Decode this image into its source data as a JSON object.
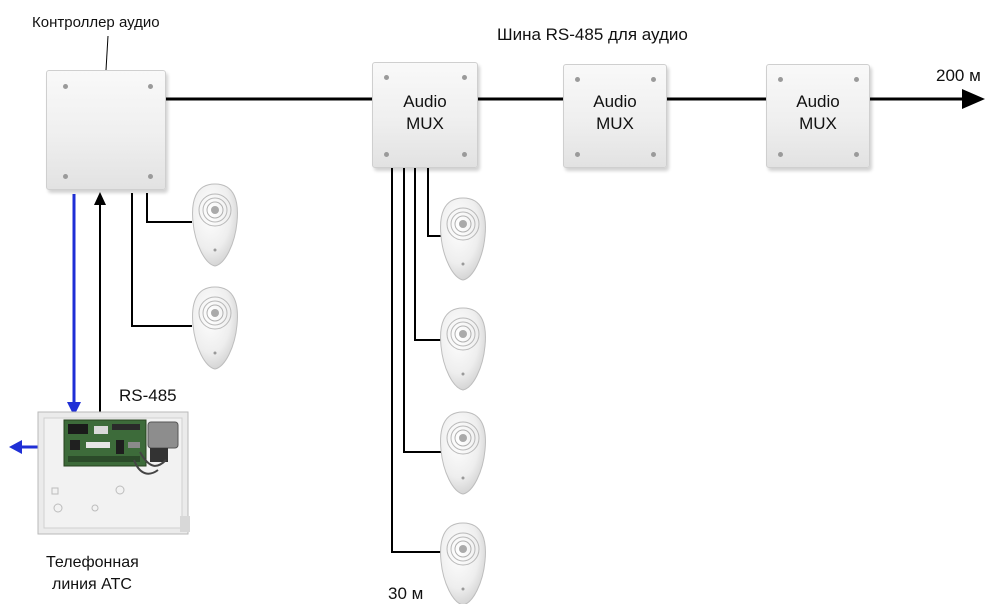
{
  "labels": {
    "controller": "Контроллер аудио",
    "bus": "Шина RS-485 для аудио",
    "distance_bus": "200 м",
    "rs485": "RS-485",
    "phone_line": [
      "Телефонная",
      "линия АТС"
    ],
    "distance_mic": "30 м"
  },
  "mux_units": [
    {
      "line1": "Audio",
      "line2": "MUX"
    },
    {
      "line1": "Audio",
      "line2": "MUX"
    },
    {
      "line1": "Audio",
      "line2": "MUX"
    }
  ],
  "colors": {
    "wire": "#000000",
    "blue_wire": "#1f2fd6",
    "device_body": "#f2f2f2"
  },
  "icons": {
    "microphone": "microphone-icon",
    "control_panel": "control-panel-board"
  }
}
